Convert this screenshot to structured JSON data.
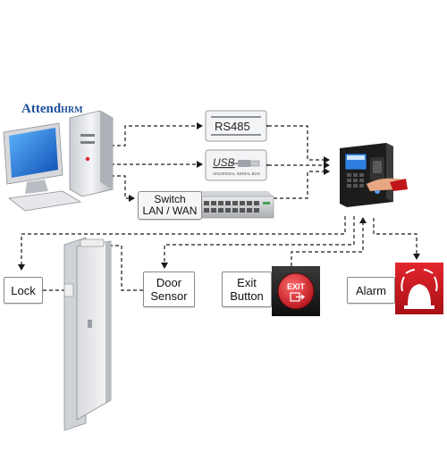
{
  "brand": {
    "name_part1": "Attend",
    "name_part2": "HRM"
  },
  "nodes": {
    "rs485": "RS485",
    "usb": "USB",
    "usb_sub": "UNIVERSAL SERIAL BUS",
    "switch_line1": "Switch",
    "switch_line2": "LAN / WAN",
    "lock": "Lock",
    "door_sensor_line1": "Door",
    "door_sensor_line2": "Sensor",
    "exit_button_line1": "Exit",
    "exit_button_line2": "Button",
    "exit_sign": "EXIT",
    "alarm": "Alarm"
  },
  "colors": {
    "connector": "#1a1a1a",
    "exit_red": "#d8232a",
    "alarm_red": "#c0161c",
    "brand_blue": "#1d4f9b",
    "screen_blue": "#1e7fd6"
  },
  "icons": [
    "computer-icon",
    "usb-plug-icon",
    "network-switch-icon",
    "biometric-terminal-icon",
    "door-icon",
    "exit-button-icon",
    "alarm-icon"
  ]
}
